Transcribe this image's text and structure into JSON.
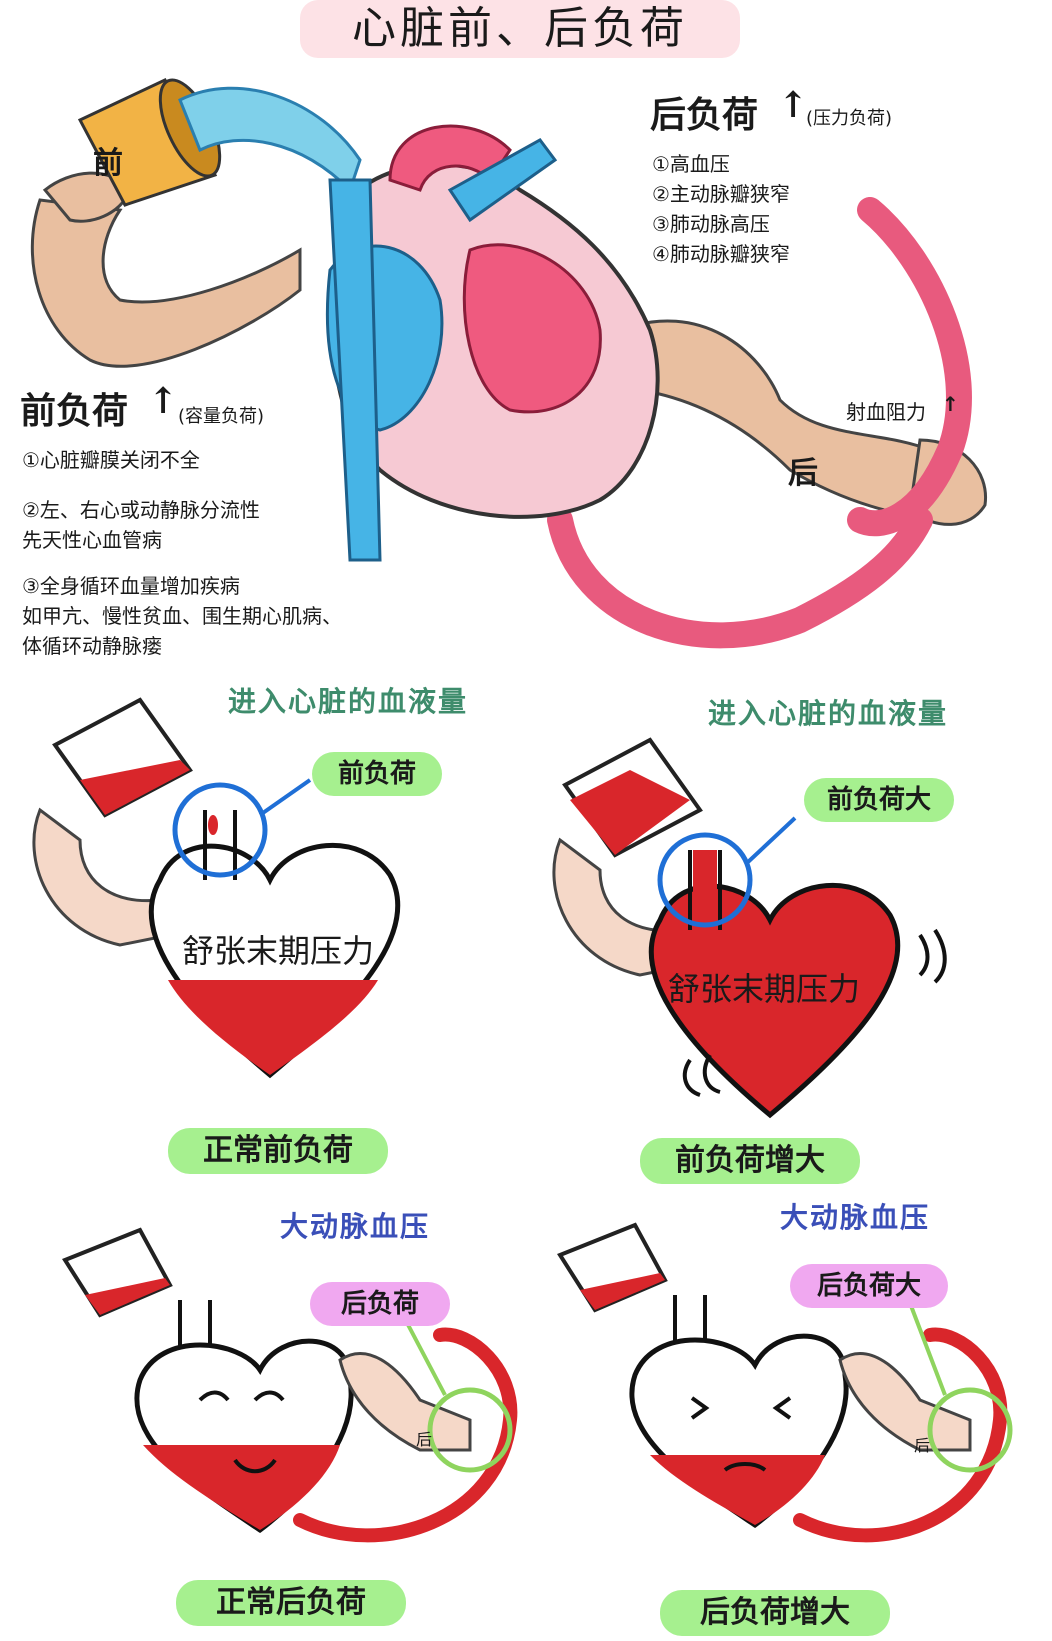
{
  "title": "心脏前、后负荷",
  "cup_label": "前",
  "arm_label_after": "后",
  "afterload": {
    "heading": "后负荷",
    "arrow": "↑",
    "sub": "(压力负荷)",
    "items": [
      "①高血压",
      "②主动脉瓣狭窄",
      "③肺动脉高压",
      "④肺动脉瓣狭窄"
    ],
    "resistance": "射血阻力",
    "resistance_arrow": "↑"
  },
  "preload": {
    "heading": "前负荷",
    "arrow": "↑",
    "sub": "(容量负荷)",
    "item1": "①心脏瓣膜关闭不全",
    "item2_l1": "②左、右心或动静脉分流性",
    "item2_l2": "先天性心血管病",
    "item3_l1": "③全身循环血量增加疾病",
    "item3_l2": "如甲亢、慢性贫血、围生期心肌病、",
    "item3_l3": "体循环动静脉瘘"
  },
  "panels": {
    "blood_in_left": "进入心脏的血液量",
    "blood_in_right": "进入心脏的血液量",
    "pill_preload": "前负荷",
    "pill_preload_big": "前负荷大",
    "heart_text_left": "舒张末期压力",
    "heart_text_right": "舒张末期压力",
    "caption_normal_pre": "正常前负荷",
    "caption_pre_big": "前负荷增大",
    "aorta_left": "大动脉血压",
    "aorta_right": "大动脉血压",
    "pill_afterload": "后负荷",
    "pill_afterload_big": "后负荷大",
    "arm_mark_left": "后",
    "arm_mark_right": "后",
    "caption_normal_after": "正常后负荷",
    "caption_after_big": "后负荷增大"
  },
  "colors": {
    "blood": "#d9262b",
    "vessel_pink": "#e85a7e",
    "heart_blue": "#46b4e6",
    "skin": "#e9bfa0",
    "cup": "#f2b345",
    "water": "#7fd0ea",
    "pill_green": "#a6f08f",
    "pill_pink": "#f0a8f0",
    "title_bg": "#fde2e6"
  }
}
